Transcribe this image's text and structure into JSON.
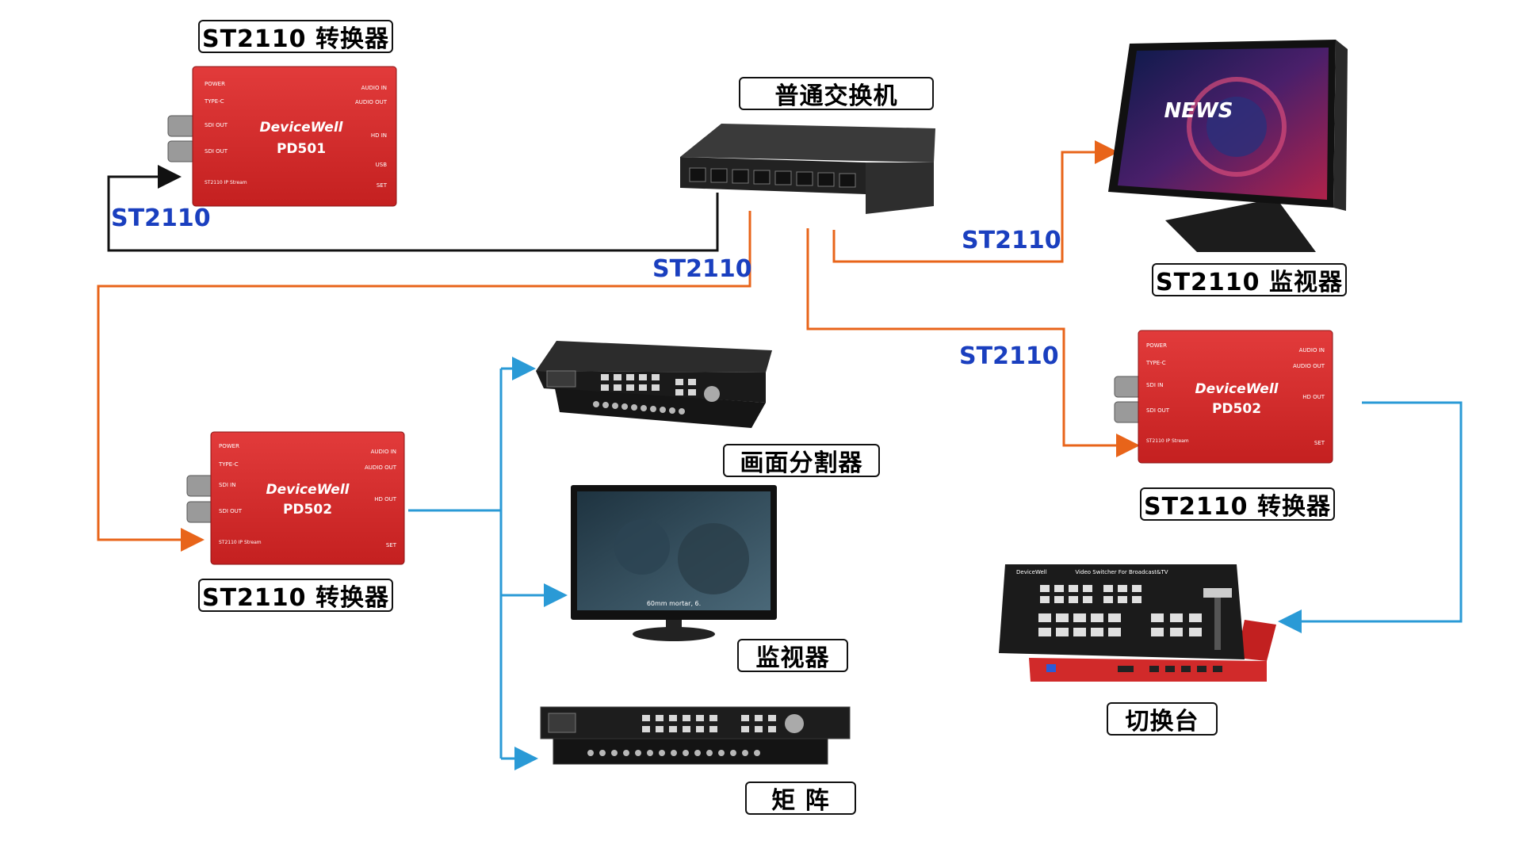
{
  "labels": {
    "converter_top": "ST2110 转换器",
    "switch": "普通交换机",
    "monitor_st2110": "ST2110 监视器",
    "converter_right": "ST2110 转换器",
    "converter_left": "ST2110 转换器",
    "multiviewer": "画面分割器",
    "monitor": "监视器",
    "matrix": "矩 阵",
    "switcher": "切换台"
  },
  "protocols": {
    "p1": "ST2110",
    "p2": "ST2110",
    "p3": "ST2110",
    "p4": "ST2110"
  },
  "devices": {
    "pd501": {
      "brand": "DeviceWell",
      "model": "PD501",
      "ports_left": [
        "SDI OUT",
        "SDI OUT",
        "ST2110 IP Stream"
      ],
      "labels_left": [
        "POWER",
        "TYPE-C"
      ],
      "labels_right": [
        "AUDIO IN",
        "AUDIO OUT",
        "HD IN",
        "USB",
        "SET"
      ]
    },
    "pd502_left": {
      "brand": "DeviceWell",
      "model": "PD502",
      "ports_left": [
        "SDI IN",
        "SDI OUT",
        "ST2110 IP Stream"
      ],
      "labels_left": [
        "POWER",
        "TYPE-C"
      ],
      "labels_right": [
        "AUDIO IN",
        "AUDIO OUT",
        "HD OUT",
        "SET"
      ]
    },
    "pd502_right": {
      "brand": "DeviceWell",
      "model": "PD502",
      "ports_left": [
        "SDI IN",
        "SDI OUT",
        "ST2110 IP Stream"
      ],
      "labels_left": [
        "POWER",
        "TYPE-C"
      ],
      "labels_right": [
        "AUDIO IN",
        "AUDIO OUT",
        "HD OUT",
        "SET"
      ]
    },
    "news_screen": {
      "text": "NEWS"
    },
    "monitor_screen": {
      "subtitle": "60mm mortar, 6."
    },
    "switcher_panel": {
      "brand": "DeviceWell",
      "caption": "Video Switcher For Broadcast&TV"
    }
  },
  "colors": {
    "orange_line": "#e8641a",
    "blue_line": "#2a9ad6",
    "black_line": "#111111",
    "protocol_text": "#1a3fbf",
    "device_red": "#d42a2a",
    "device_red_dark": "#a81818"
  }
}
